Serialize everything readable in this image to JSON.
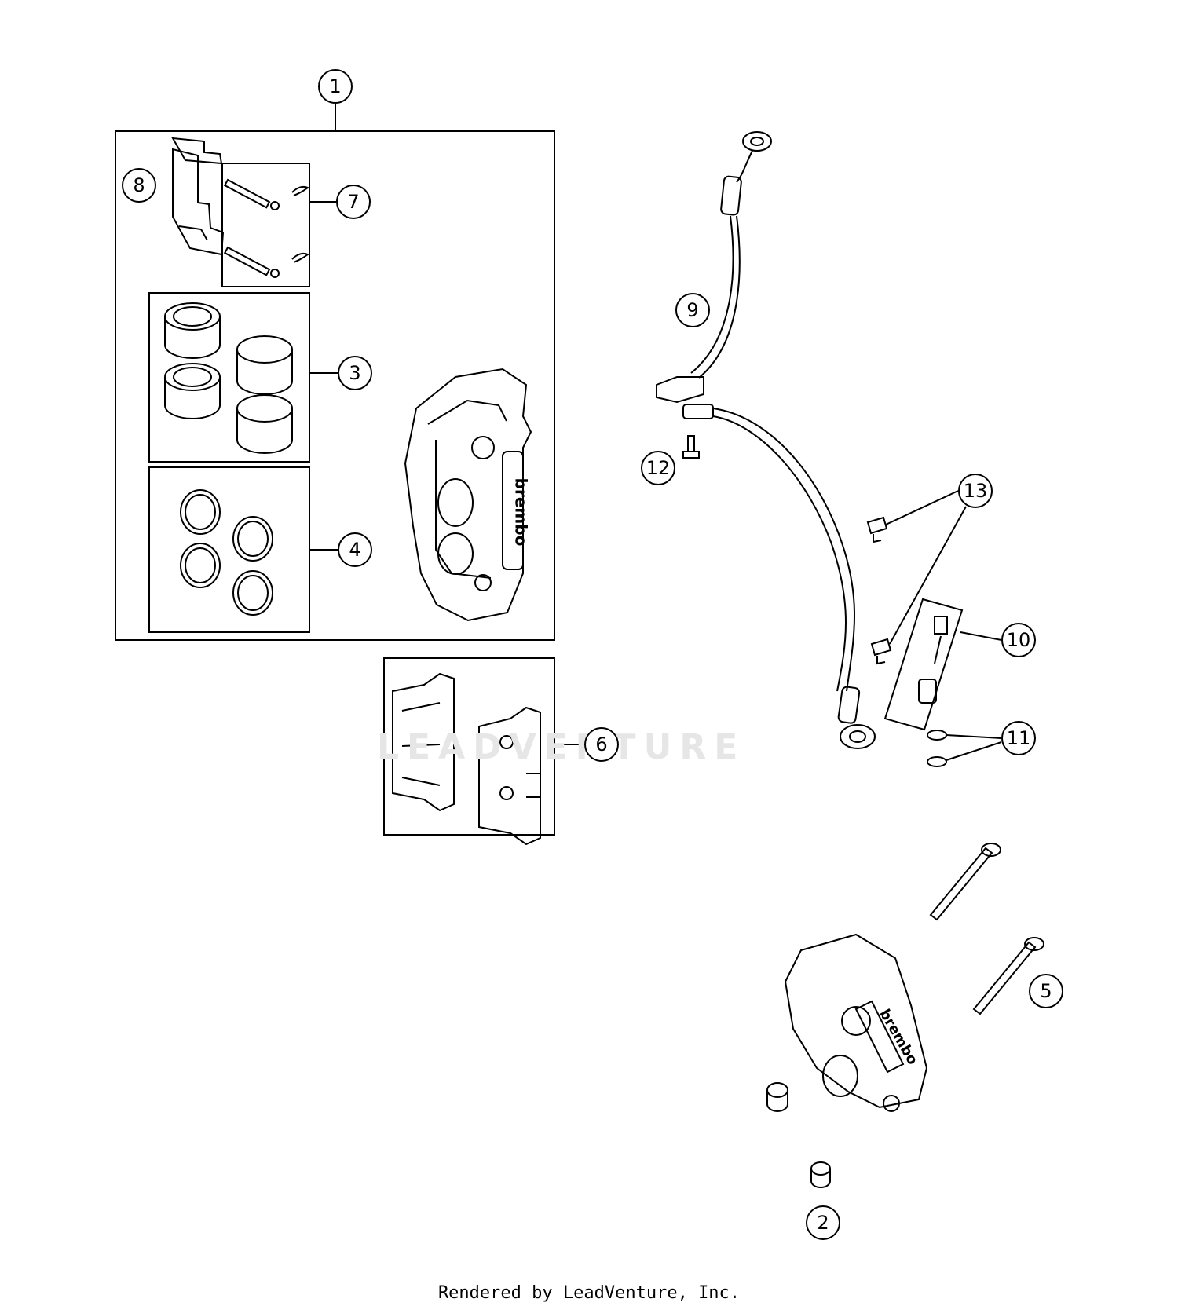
{
  "diagram": {
    "callouts": [
      {
        "id": "1",
        "label": "1"
      },
      {
        "id": "2",
        "label": "2"
      },
      {
        "id": "3",
        "label": "3"
      },
      {
        "id": "4",
        "label": "4"
      },
      {
        "id": "5",
        "label": "5"
      },
      {
        "id": "6",
        "label": "6"
      },
      {
        "id": "7",
        "label": "7"
      },
      {
        "id": "8",
        "label": "8"
      },
      {
        "id": "9",
        "label": "9"
      },
      {
        "id": "10",
        "label": "10"
      },
      {
        "id": "11",
        "label": "11"
      },
      {
        "id": "12",
        "label": "12"
      },
      {
        "id": "13",
        "label": "13"
      }
    ],
    "caliper_brand": "brembo"
  },
  "watermark": "LEADVENTURE",
  "footer": "Rendered by LeadVenture, Inc."
}
